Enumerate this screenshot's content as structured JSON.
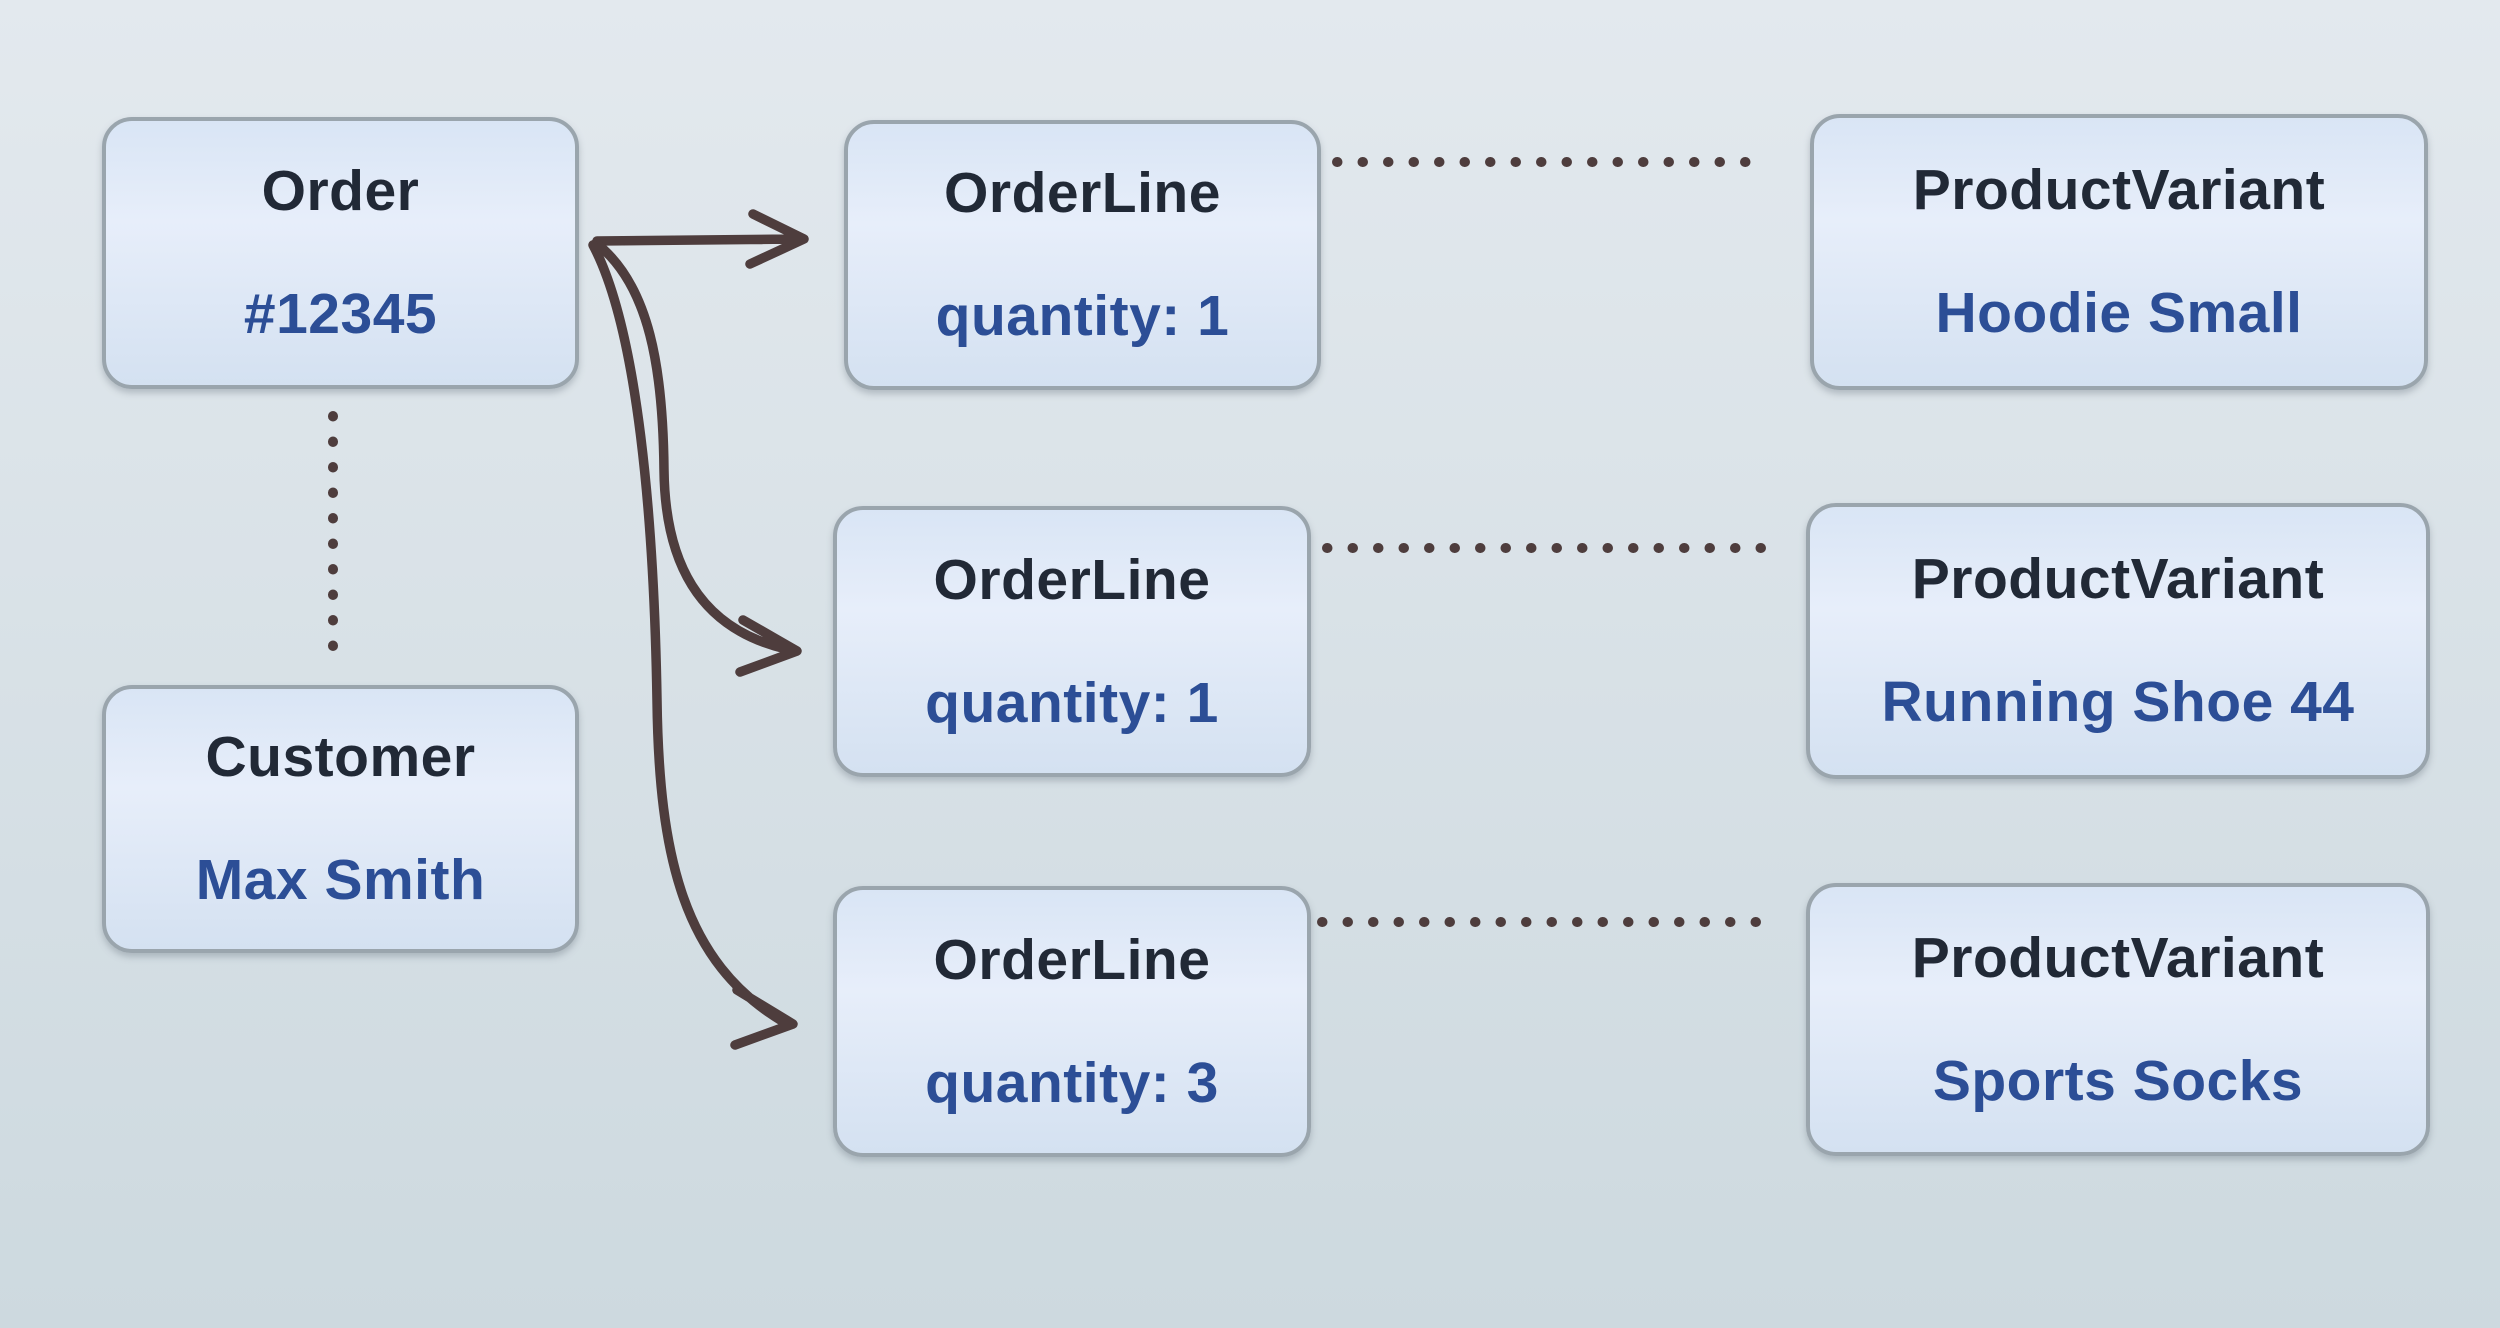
{
  "nodes": {
    "order": {
      "title": "Order",
      "value": "#12345"
    },
    "customer": {
      "title": "Customer",
      "value": "Max Smith"
    },
    "order_lines": [
      {
        "title": "OrderLine",
        "value": "quantity: 1"
      },
      {
        "title": "OrderLine",
        "value": "quantity: 1"
      },
      {
        "title": "OrderLine",
        "value": "quantity: 3"
      }
    ],
    "product_variants": [
      {
        "title": "ProductVariant",
        "value": "Hoodie Small"
      },
      {
        "title": "ProductVariant",
        "value": "Running Shoe 44"
      },
      {
        "title": "ProductVariant",
        "value": "Sports Socks"
      }
    ]
  },
  "relations": [
    {
      "from": "order",
      "to": "order_lines.0",
      "style": "solid-arrow"
    },
    {
      "from": "order",
      "to": "order_lines.1",
      "style": "solid-arrow"
    },
    {
      "from": "order",
      "to": "order_lines.2",
      "style": "solid-arrow"
    },
    {
      "from": "order",
      "to": "customer",
      "style": "dotted-line"
    },
    {
      "from": "order_lines.0",
      "to": "product_variants.0",
      "style": "dotted-line"
    },
    {
      "from": "order_lines.1",
      "to": "product_variants.1",
      "style": "dotted-line"
    },
    {
      "from": "order_lines.2",
      "to": "product_variants.2",
      "style": "dotted-line"
    }
  ],
  "colors": {
    "background_top": "#e3e9ee",
    "background_bottom": "#cdd9df",
    "box_border": "#9aa5ad",
    "box_fill_top": "#d9e5f5",
    "box_fill_mid": "#e7eefa",
    "box_fill_bottom": "#d4e1f1",
    "title_text": "#212936",
    "value_text": "#2c4e96",
    "connector": "#4e3d3d"
  }
}
